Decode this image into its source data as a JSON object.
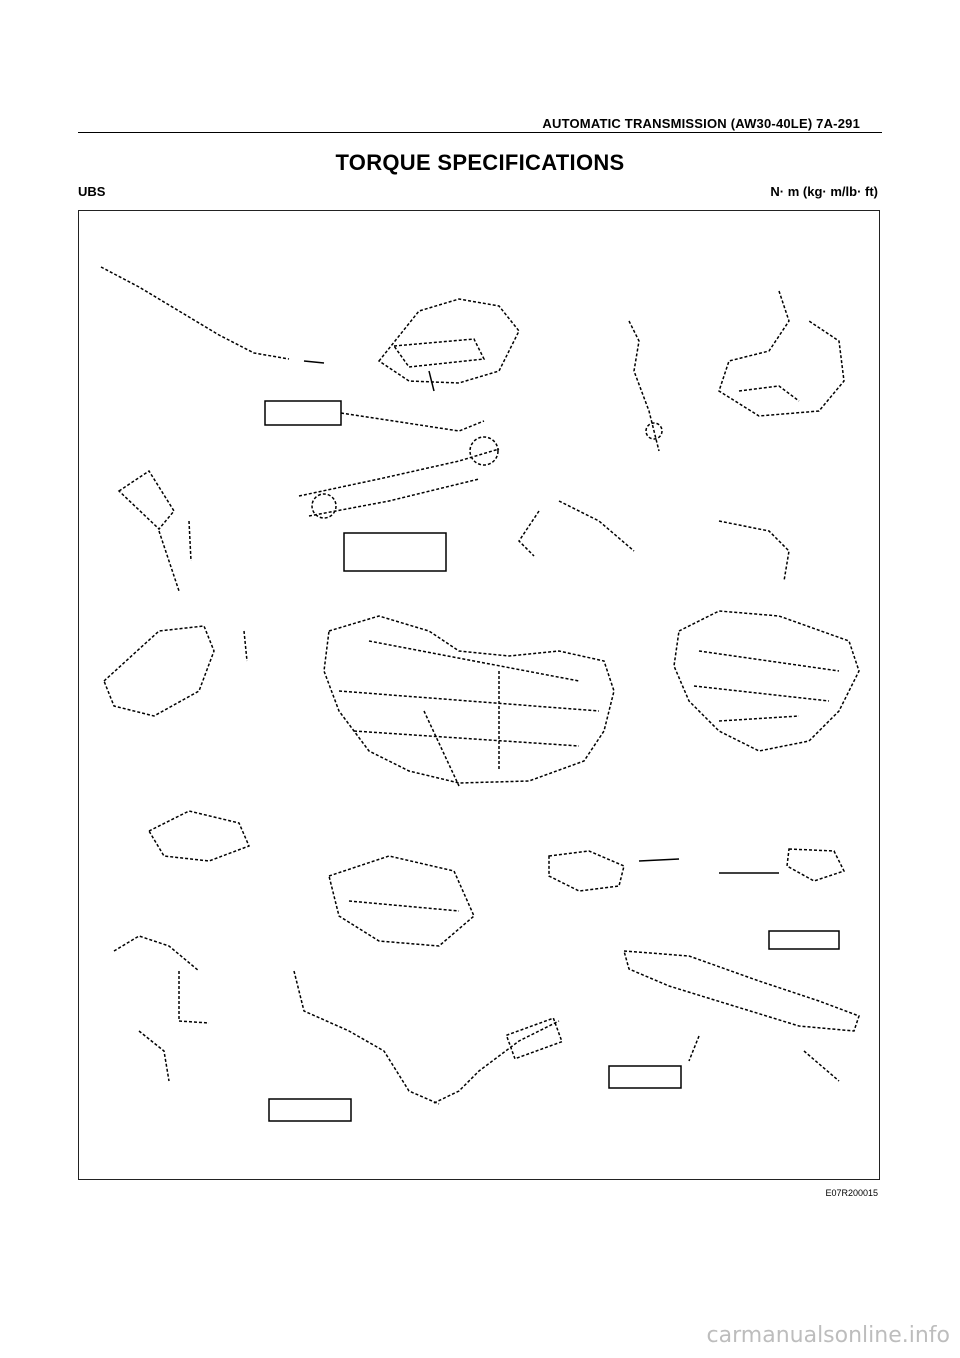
{
  "header": {
    "running_title": "AUTOMATIC TRANSMISSION (AW30-40LE)  7A-291"
  },
  "page_title": "TORQUE SPECIFICATIONS",
  "labels": {
    "model": "UBS",
    "units": "N· m (kg· m/lb· ft)"
  },
  "figure": {
    "code": "E07R200015"
  },
  "footer": {
    "watermark": "carmanualsonline.info"
  }
}
